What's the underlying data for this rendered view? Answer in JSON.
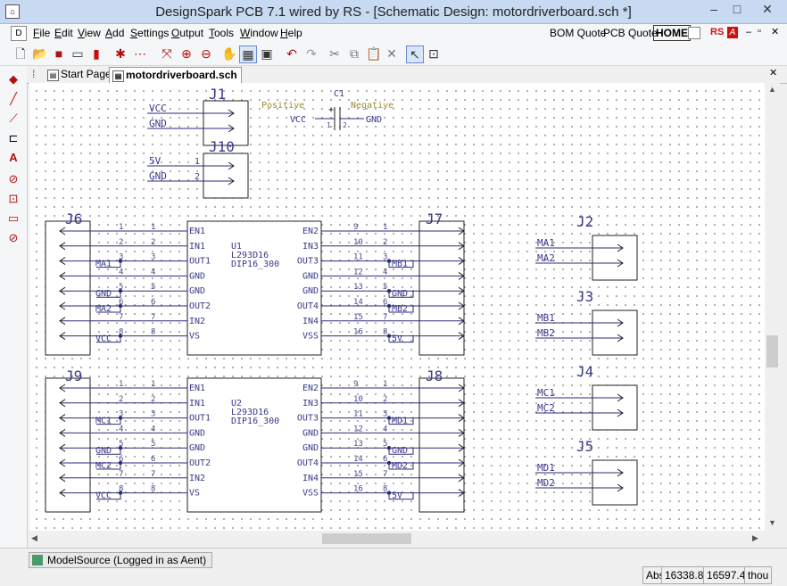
{
  "window": {
    "title": "DesignSpark PCB 7.1 wired by RS - [Schematic Design: motordriverboard.sch *]"
  },
  "menu": {
    "items": [
      {
        "label": "File",
        "u": "F",
        "rest": "ile"
      },
      {
        "label": "Edit",
        "u": "E",
        "rest": "dit"
      },
      {
        "label": "View",
        "u": "V",
        "rest": "iew"
      },
      {
        "label": "Add",
        "u": "A",
        "rest": "dd"
      },
      {
        "label": "Settings",
        "u": "S",
        "rest": "ettings"
      },
      {
        "label": "Output",
        "u": "O",
        "rest": "utput"
      },
      {
        "label": "Tools",
        "u": "T",
        "rest": "ools"
      },
      {
        "label": "Window",
        "u": "W",
        "rest": "indow"
      },
      {
        "label": "Help",
        "u": "H",
        "rest": "elp"
      }
    ],
    "bom_quote": "BOM Quote",
    "pcb_quote": "PCB Quote",
    "home": "HOME",
    "rs": "RS"
  },
  "tabs": [
    {
      "label": "Start Page"
    },
    {
      "label": "motordriverboard.sch"
    }
  ],
  "schematic": {
    "j1": {
      "ref": "J1",
      "pins": [
        "VCC",
        "GND"
      ]
    },
    "j10": {
      "ref": "J10",
      "pins": [
        "5V",
        "GND"
      ],
      "pinnums": [
        "1",
        "2"
      ]
    },
    "c1": {
      "ref": "C1",
      "pos": "Positive",
      "neg": "Negative",
      "left": "VCC",
      "right": "GND",
      "p1": "1",
      "p2": "2",
      "plus": "+"
    },
    "u1": {
      "ref": "U1",
      "part": "L293D16",
      "pkg": "DIP16_300",
      "left": [
        "EN1",
        "IN1",
        "OUT1",
        "GND",
        "GND",
        "OUT2",
        "IN2",
        "VS"
      ],
      "right": [
        "EN2",
        "IN3",
        "OUT3",
        "GND",
        "GND",
        "OUT4",
        "IN4",
        "VSS"
      ],
      "leftnums": [
        "1",
        "2",
        "3",
        "4",
        "5",
        "6",
        "7",
        "8"
      ],
      "rightnums": [
        "9",
        "10",
        "11",
        "12",
        "13",
        "14",
        "15",
        "16"
      ]
    },
    "u2": {
      "ref": "U2",
      "part": "L293D16",
      "pkg": "DIP16_300",
      "left": [
        "EN1",
        "IN1",
        "OUT1",
        "GND",
        "GND",
        "OUT2",
        "IN2",
        "VS"
      ],
      "right": [
        "EN2",
        "IN3",
        "OUT3",
        "GND",
        "GND",
        "OUT4",
        "IN4",
        "VSS"
      ],
      "leftnums": [
        "1",
        "2",
        "3",
        "4",
        "5",
        "6",
        "7",
        "8"
      ],
      "rightnums": [
        "9",
        "10",
        "11",
        "12",
        "13",
        "14",
        "15",
        "16"
      ]
    },
    "j6": {
      "ref": "J6",
      "nums": [
        "1",
        "2",
        "3",
        "4",
        "5",
        "6",
        "7",
        "8"
      ]
    },
    "j7": {
      "ref": "J7",
      "nums": [
        "1",
        "2",
        "3",
        "4",
        "5",
        "6",
        "7",
        "8"
      ]
    },
    "j9": {
      "ref": "J9",
      "nums": [
        "1",
        "2",
        "3",
        "4",
        "5",
        "6",
        "7",
        "8"
      ]
    },
    "j8": {
      "ref": "J8",
      "nums": [
        "1",
        "2",
        "3",
        "4",
        "5",
        "6",
        "7",
        "8"
      ]
    },
    "u1nets": {
      "l3": "MA1",
      "l5": "GND",
      "l6": "MA2",
      "l8": "VCC",
      "r3": "MB1",
      "r5": "GND",
      "r6": "MB2",
      "r8": "5V"
    },
    "u2nets": {
      "l3": "MC1",
      "l5": "GND",
      "l6": "MC2",
      "l8": "VCC",
      "r3": "MD1",
      "r5": "GND",
      "r6": "MD2",
      "r8": "5V"
    },
    "j2": {
      "ref": "J2",
      "pins": [
        "MA1",
        "MA2"
      ]
    },
    "j3": {
      "ref": "J3",
      "pins": [
        "MB1",
        "MB2"
      ]
    },
    "j4": {
      "ref": "J4",
      "pins": [
        "MC1",
        "MC2"
      ]
    },
    "j5": {
      "ref": "J5",
      "pins": [
        "MD1",
        "MD2"
      ]
    }
  },
  "status": {
    "modelsource": "ModelSource (Logged in as Aent)",
    "mode": "Abs",
    "x": "16338.81",
    "y": "16597.44",
    "unit": "thou"
  },
  "colors": {
    "wire": "#2b2b7a",
    "symbol": "#222222",
    "label": "#3a3a8a",
    "pinnum": "#4a4a8a",
    "cap_text": "#a08a2a",
    "grid": "#9a9a9a"
  }
}
